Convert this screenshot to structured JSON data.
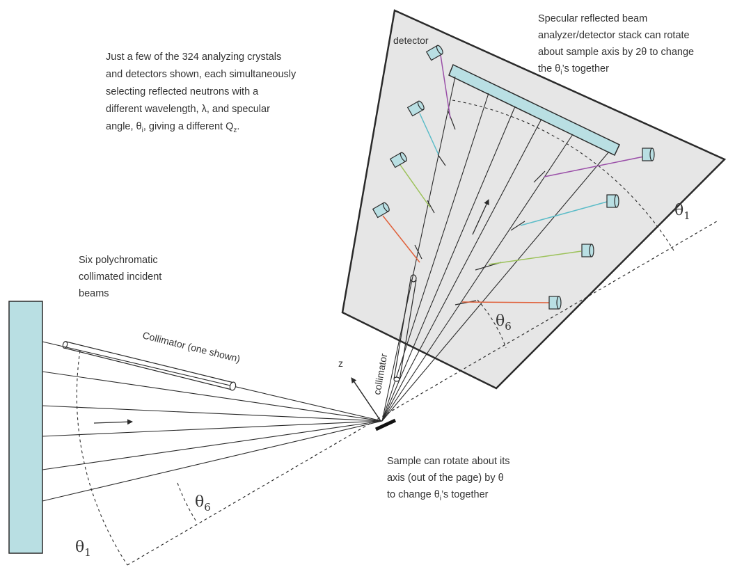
{
  "annotations": {
    "crystals_note": [
      "Just a few of the 324 analyzing crystals",
      "and detectors shown, each simultaneously",
      "selecting reflected neutrons with a",
      "different wavelength, λ, and specular",
      "angle, θ",
      "i",
      ", giving a different Q",
      "z",
      "."
    ],
    "specular_note": [
      "Specular reflected beam",
      "analyzer/detector stack can rotate",
      "about sample axis by 2θ to change",
      "the θ",
      "i",
      "’s together"
    ],
    "incident_note": [
      "Six polychromatic",
      "collimated incident",
      "beams"
    ],
    "sample_note": [
      "Sample can rotate about its",
      "axis (out of the page) by θ",
      "to change θ",
      "i",
      "’s together"
    ]
  },
  "labels": {
    "detector": "detector",
    "collimator_incident": "Collimator (one shown)",
    "collimator_reflected": "collimator",
    "z_axis": "z",
    "theta": "θ",
    "theta1_sub": "1",
    "theta6_sub": "6"
  },
  "colors": {
    "panel_fill": "#e6e6e6",
    "stroke": "#2a2a2a",
    "analyzer_fill": "#b9dfe3",
    "source_fill": "#b9dfe3",
    "detector_fill": "#b9dfe3",
    "beam_red": "#e0603a",
    "beam_green": "#9cc25a",
    "beam_cyan": "#5bbcc8",
    "beam_purple": "#9a4fa8"
  }
}
